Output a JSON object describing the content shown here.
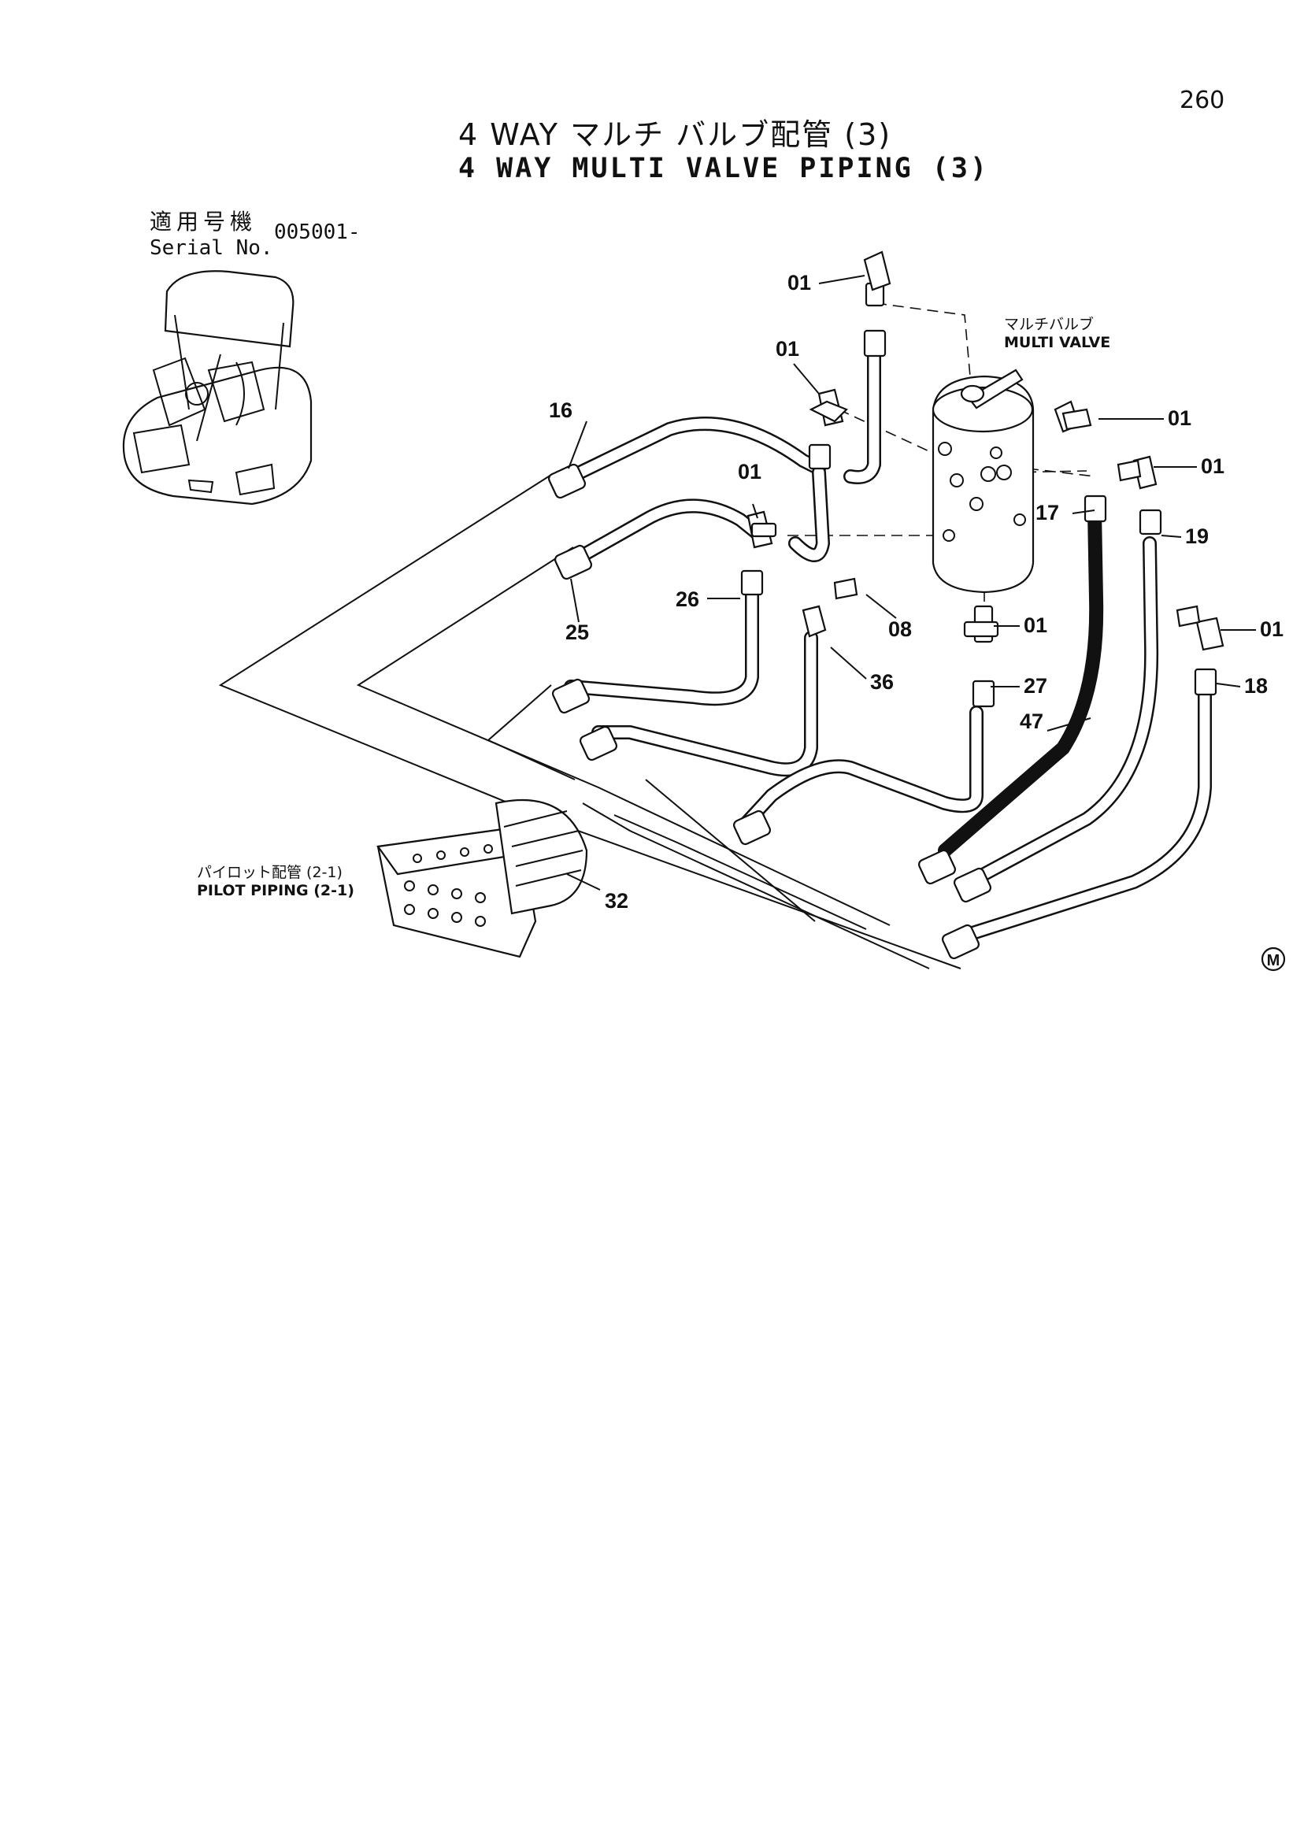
{
  "page_number": "260",
  "title_jp": "4 WAY マルチ バルブ配管 (3)",
  "title_en": "4 WAY MULTI VALVE PIPING (3)",
  "serial": {
    "label_jp": "適用号機",
    "label_en": "Serial No.",
    "value": "005001-"
  },
  "multi_valve": {
    "label_jp": "マルチバルブ",
    "label_en": "MULTI VALVE"
  },
  "pilot_piping": {
    "label_jp": "パイロット配管 (2-1)",
    "label_en": "PILOT PIPING (2-1)"
  },
  "callouts": {
    "c01_top": "01",
    "c01_left": "01",
    "c01_mid": "01",
    "c01_r1": "01",
    "c01_r2": "01",
    "c01_low": "01",
    "c01_far": "01",
    "c16": "16",
    "c25": "25",
    "c26": "26",
    "c08": "08",
    "c36": "36",
    "c17": "17",
    "c19": "19",
    "c27": "27",
    "c47": "47",
    "c18": "18",
    "c32": "32"
  },
  "mark": "M"
}
